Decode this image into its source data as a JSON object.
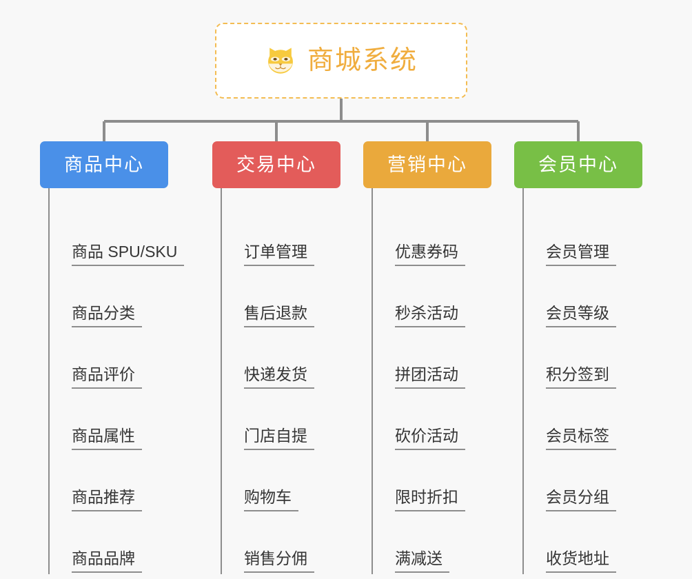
{
  "page": {
    "background_color": "#f8f8f8",
    "type": "org-chart-mindmap"
  },
  "root": {
    "title": "商城系统",
    "icon": "shiba-dog-icon",
    "text_color": "#f0ad3e",
    "border_color": "#f3bc52",
    "background_color": "#ffffff"
  },
  "branches": [
    {
      "label": "商品中心",
      "color": "#4a90e8",
      "items": [
        "商品 SPU/SKU",
        "商品分类",
        "商品评价",
        "商品属性",
        "商品推荐",
        "商品品牌"
      ]
    },
    {
      "label": "交易中心",
      "color": "#e35c5a",
      "items": [
        "订单管理",
        "售后退款",
        "快递发货",
        "门店自提",
        "购物车",
        "销售分佣"
      ]
    },
    {
      "label": "营销中心",
      "color": "#eaa93c",
      "items": [
        "优惠券码",
        "秒杀活动",
        "拼团活动",
        "砍价活动",
        "限时折扣",
        "满减送"
      ]
    },
    {
      "label": "会员中心",
      "color": "#78bf46",
      "items": [
        "会员管理",
        "会员等级",
        "积分签到",
        "会员标签",
        "会员分组",
        "收货地址"
      ]
    }
  ],
  "connector": {
    "color": "#8d8d8d"
  }
}
